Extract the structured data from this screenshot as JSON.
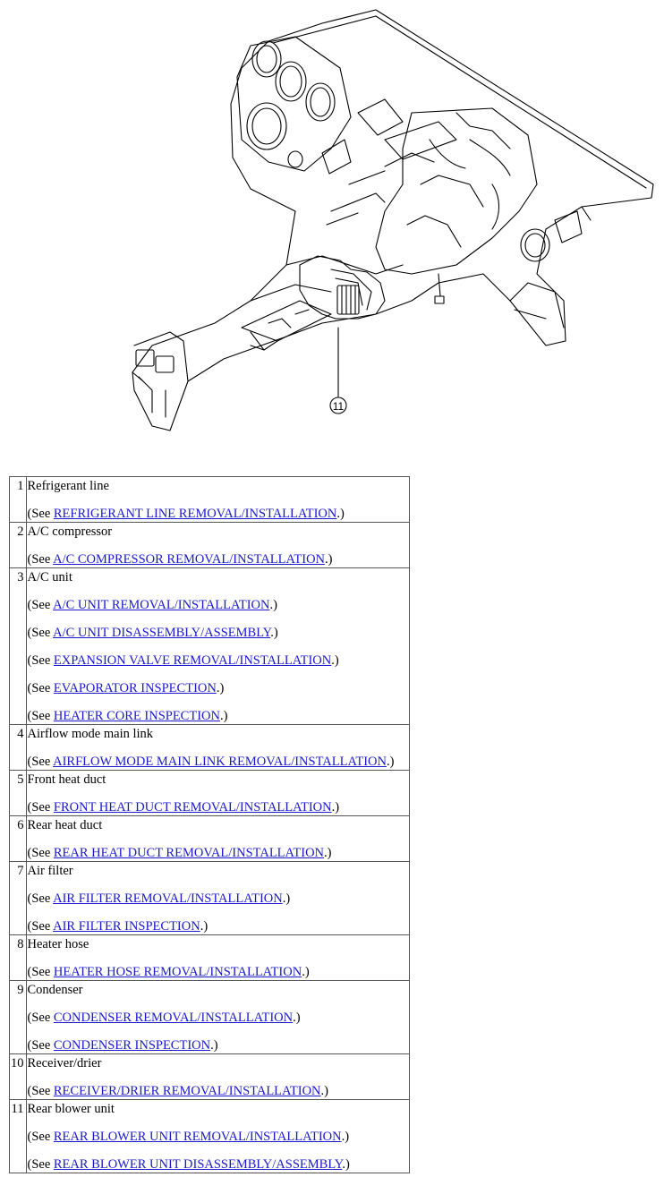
{
  "illustration": {
    "callout_label": "11"
  },
  "see_prefix": "(See ",
  "see_suffix": ".)",
  "items": [
    {
      "number": "1",
      "name": "Refrigerant line",
      "refs": [
        "REFRIGERANT LINE REMOVAL/INSTALLATION"
      ]
    },
    {
      "number": "2",
      "name": "A/C compressor",
      "refs": [
        "A/C COMPRESSOR REMOVAL/INSTALLATION"
      ]
    },
    {
      "number": "3",
      "name": "A/C unit",
      "refs": [
        "A/C UNIT REMOVAL/INSTALLATION",
        "A/C UNIT DISASSEMBLY/ASSEMBLY",
        "EXPANSION VALVE REMOVAL/INSTALLATION",
        "EVAPORATOR INSPECTION",
        "HEATER CORE INSPECTION"
      ]
    },
    {
      "number": "4",
      "name": "Airflow mode main link",
      "refs": [
        "AIRFLOW MODE MAIN LINK REMOVAL/INSTALLATION"
      ]
    },
    {
      "number": "5",
      "name": "Front heat duct",
      "refs": [
        "FRONT HEAT DUCT REMOVAL/INSTALLATION"
      ]
    },
    {
      "number": "6",
      "name": "Rear heat duct",
      "refs": [
        "REAR HEAT DUCT REMOVAL/INSTALLATION"
      ]
    },
    {
      "number": "7",
      "name": "Air filter",
      "refs": [
        "AIR FILTER REMOVAL/INSTALLATION",
        "AIR FILTER INSPECTION"
      ]
    },
    {
      "number": "8",
      "name": "Heater hose",
      "refs": [
        "HEATER HOSE REMOVAL/INSTALLATION"
      ]
    },
    {
      "number": "9",
      "name": "Condenser",
      "refs": [
        "CONDENSER REMOVAL/INSTALLATION",
        "CONDENSER INSPECTION"
      ]
    },
    {
      "number": "10",
      "name": "Receiver/drier",
      "refs": [
        "RECEIVER/DRIER REMOVAL/INSTALLATION"
      ]
    },
    {
      "number": "11",
      "name": "Rear blower unit",
      "refs": [
        "REAR BLOWER UNIT REMOVAL/INSTALLATION",
        "REAR BLOWER UNIT DISASSEMBLY/ASSEMBLY"
      ]
    }
  ]
}
